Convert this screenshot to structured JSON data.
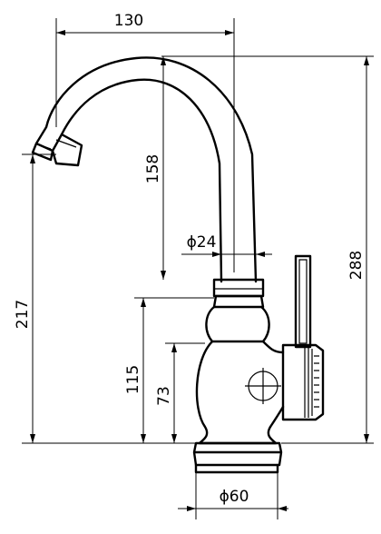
{
  "dimensions": {
    "spout_reach": "130",
    "total_height": "288",
    "spout_drop": "158",
    "pipe_diameter": "ϕ24",
    "outlet_height": "217",
    "handle_height": "115",
    "lever_axis_height": "73",
    "base_diameter": "ϕ60"
  }
}
